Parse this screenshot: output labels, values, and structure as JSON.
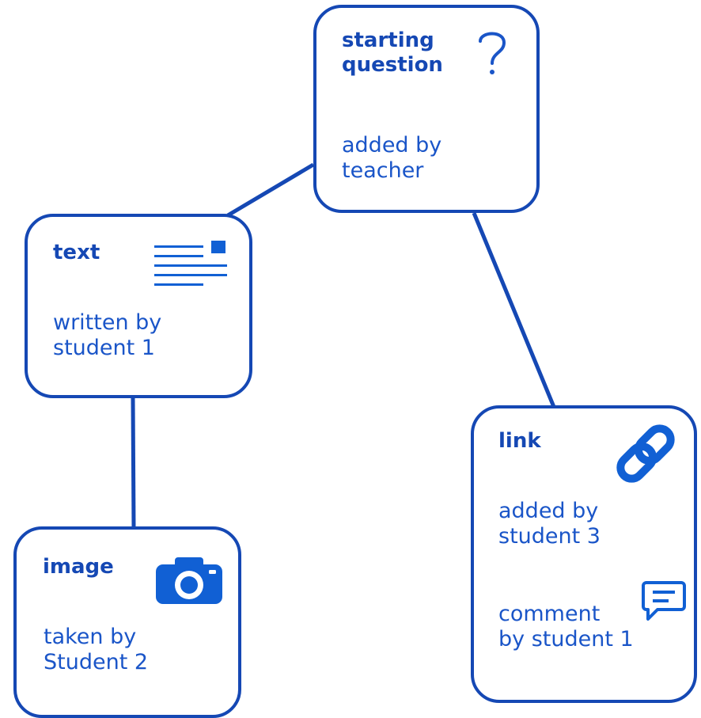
{
  "cards": {
    "question": {
      "title_line1": "starting",
      "title_line2": "question",
      "body_line1": "added by",
      "body_line2": "teacher",
      "icon": "question-mark-icon"
    },
    "text": {
      "title": "text",
      "body_line1": "written by",
      "body_line2": "student 1",
      "icon": "text-document-icon"
    },
    "image": {
      "title": "image",
      "body_line1": "taken by",
      "body_line2": "Student 2",
      "icon": "camera-icon"
    },
    "link": {
      "title": "link",
      "body_line1": "added by",
      "body_line2": "student 3",
      "comment_line1": "comment",
      "comment_line2": "by student 1",
      "icon": "link-chain-icon",
      "comment_icon": "comment-bubble-icon"
    }
  },
  "colors": {
    "stroke": "#1548b4",
    "text": "#1a55c8",
    "icon_fill": "#1160d4"
  }
}
